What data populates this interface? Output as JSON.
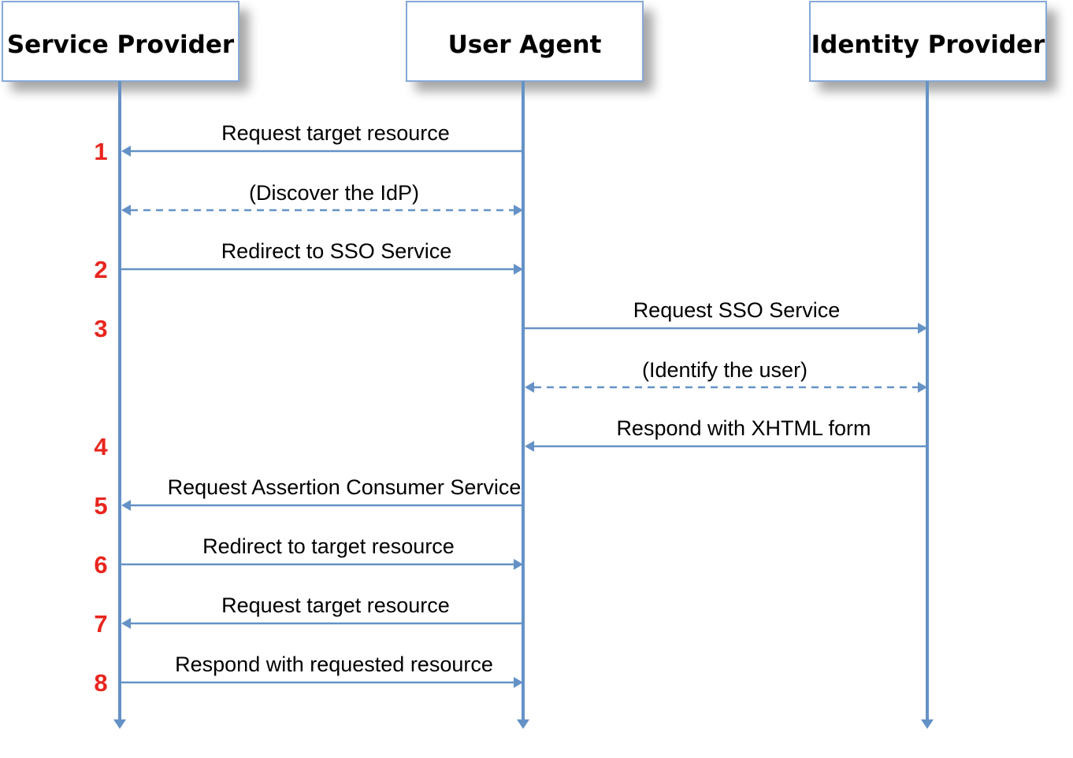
{
  "colors": {
    "line": "#6592C6",
    "box_border": "#85A9D6",
    "step_number": "#E8261E",
    "text": "#000000"
  },
  "actors": [
    {
      "id": "sp",
      "label": "Service Provider"
    },
    {
      "id": "ua",
      "label": "User Agent"
    },
    {
      "id": "idp",
      "label": "Identity Provider"
    }
  ],
  "messages": [
    {
      "step": "1",
      "label": "Request target resource",
      "from": "ua",
      "to": "sp",
      "style": "solid"
    },
    {
      "step": "",
      "label": "(Discover the IdP)",
      "from": "sp",
      "to": "ua",
      "style": "dashed",
      "bidirectional": true
    },
    {
      "step": "2",
      "label": "Redirect to SSO Service",
      "from": "sp",
      "to": "ua",
      "style": "solid"
    },
    {
      "step": "3",
      "label": "Request SSO Service",
      "from": "ua",
      "to": "idp",
      "style": "solid"
    },
    {
      "step": "",
      "label": "(Identify the user)",
      "from": "ua",
      "to": "idp",
      "style": "dashed",
      "bidirectional": true
    },
    {
      "step": "4",
      "label": "Respond with XHTML form",
      "from": "idp",
      "to": "ua",
      "style": "solid"
    },
    {
      "step": "5",
      "label": "Request Assertion Consumer Service",
      "from": "ua",
      "to": "sp",
      "style": "solid"
    },
    {
      "step": "6",
      "label": "Redirect to target resource",
      "from": "sp",
      "to": "ua",
      "style": "solid"
    },
    {
      "step": "7",
      "label": "Request target resource",
      "from": "ua",
      "to": "sp",
      "style": "solid"
    },
    {
      "step": "8",
      "label": "Respond with requested resource",
      "from": "sp",
      "to": "ua",
      "style": "solid"
    }
  ]
}
